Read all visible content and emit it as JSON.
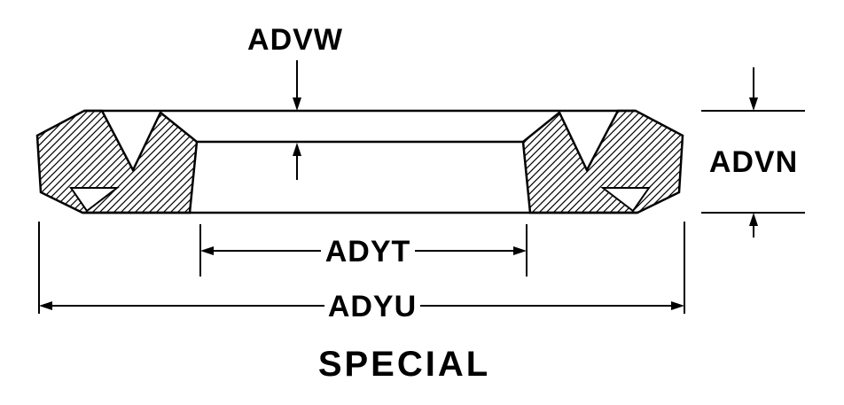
{
  "drawing": {
    "title": "SPECIAL",
    "dimensions": {
      "advw": "ADVW",
      "advn": "ADVN",
      "adyt": "ADYT",
      "adyu": "ADYU"
    },
    "colors": {
      "line": "#000000",
      "background": "#ffffff",
      "hatch": "#000000"
    }
  }
}
